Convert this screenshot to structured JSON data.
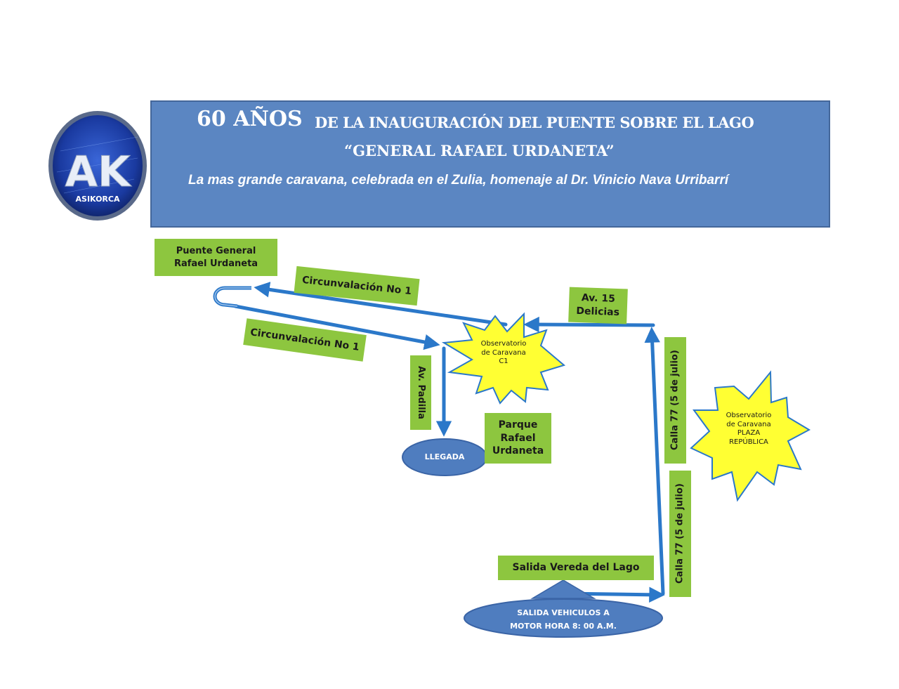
{
  "banner": {
    "big_text": "60 AÑOS",
    "title_rest": "DE LA INAUGURACIÓN DEL PUENTE  SOBRE EL LAGO",
    "title_line2": "“GENERAL RAFAEL URDANETA”",
    "subtitle": "La mas grande caravana, celebrada en el Zulia, homenaje  al Dr. Vinicio  Nava Urribarrí"
  },
  "logo": {
    "letters": "AK",
    "name": "ASIKORCA"
  },
  "labels": {
    "puente": [
      "Puente General",
      "Rafael Urdaneta"
    ],
    "circ_top": "Circunvalación No  1",
    "circ_bottom": "Circunvalación No  1",
    "av15": [
      "Av. 15",
      "Delicias"
    ],
    "padilla": "Av. Padilla",
    "parque": [
      "Parque",
      "Rafael",
      "Urdaneta"
    ],
    "calla_upper": "Calla 77 (5 de julio)",
    "calla_lower": "Calla 77 (5 de julio)",
    "salida_vereda": "Salida Vereda del Lago"
  },
  "ovals": {
    "llegada": "LLEGADA",
    "salida": [
      "SALIDA  VEHICULOS  A",
      "MOTOR    HORA  8: 00 A.M."
    ]
  },
  "stars": {
    "c1": [
      "Observatorio",
      "de Caravana",
      "C1"
    ],
    "plaza": [
      "Observatorio",
      "de Caravana",
      "PLAZA",
      "REPÚBLICA"
    ]
  },
  "colors": {
    "banner": "#5b86c2",
    "route": "#2b78c9",
    "label_green": "#8dc63f",
    "star_yellow": "#ffff33",
    "oval": "#4f7dbf"
  }
}
